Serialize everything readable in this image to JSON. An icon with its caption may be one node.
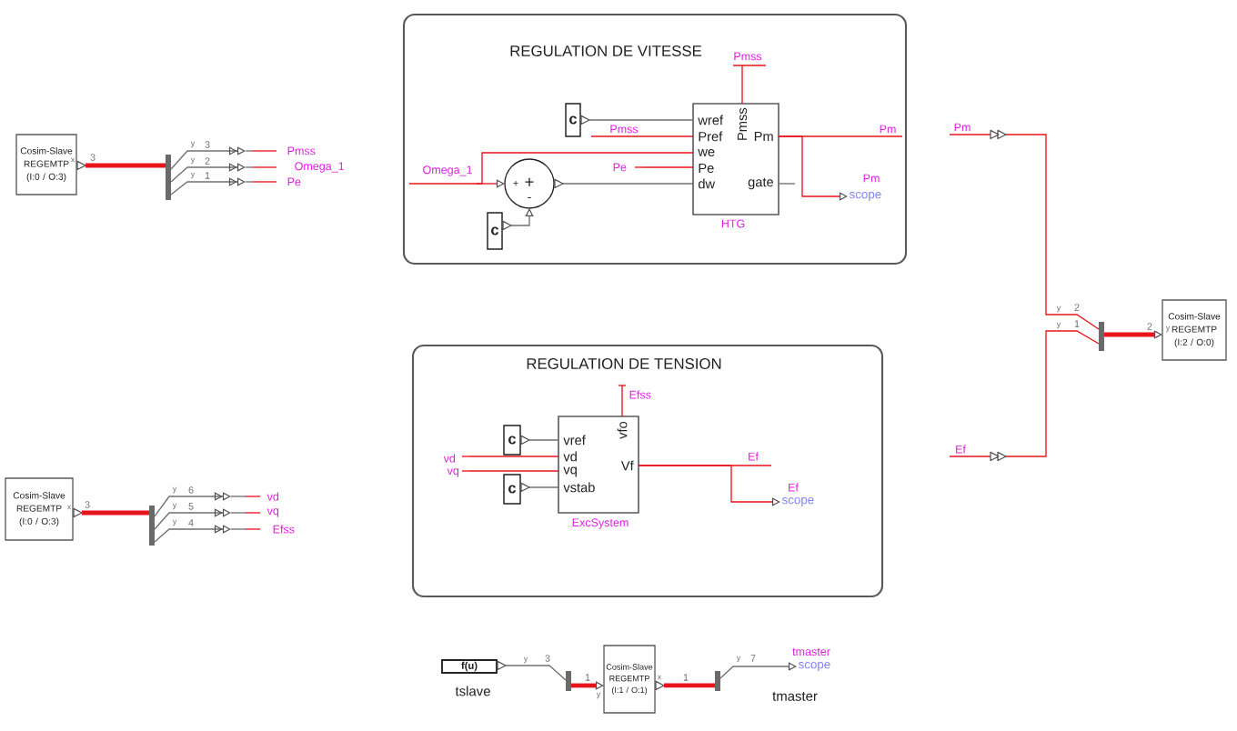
{
  "diagram": {
    "nodes": [
      {
        "text": [
          "Cosim-Slave REGEMTP (I:0 / O:3)"
        ]
      },
      {
        "text": [],
        "shape": "bar"
      },
      {
        "text": [
          "Pmss"
        ]
      },
      {
        "text": [
          "Omega_1"
        ]
      },
      {
        "text": [
          "Pe"
        ]
      },
      {
        "text": [
          "REGULATION DE VITESSE"
        ]
      },
      {
        "text": [
          "Pmss"
        ],
        "in": 5
      },
      {
        "text": [
          "c"
        ],
        "in": 5
      },
      {
        "text": [
          "Pmss"
        ],
        "in": 5
      },
      {
        "text": [
          "wref",
          "Pref",
          "we",
          "Pe",
          "dw",
          "Pmss",
          "Pm",
          "gate"
        ],
        "beside": [
          "HTG"
        ],
        "in": 5
      },
      {
        "text": [
          "Pm"
        ],
        "in": 5
      },
      {
        "text": [
          "Omega_1"
        ],
        "in": 5
      },
      {
        "text": [
          "+",
          "+",
          "-"
        ],
        "in": 5
      },
      {
        "text": [
          "Pe"
        ],
        "in": 5
      },
      {
        "text": [
          "scope"
        ],
        "beside": [
          "Pm"
        ],
        "in": 5
      },
      {
        "text": [
          "c"
        ],
        "in": 5
      },
      {
        "text": [
          "Pm"
        ]
      },
      {
        "text": [
          "Cosim-Slave REGEMTP (I:2 / O:0)"
        ]
      },
      {
        "text": [],
        "shape": "bar"
      },
      {
        "text": [
          "Ef"
        ]
      },
      {
        "text": [
          "Cosim-Slave REGEMTP (I:0 / O:3)"
        ]
      },
      {
        "text": [],
        "shape": "bar"
      },
      {
        "text": [
          "vd"
        ]
      },
      {
        "text": [
          "vq"
        ]
      },
      {
        "text": [
          "Efss"
        ]
      },
      {
        "text": [
          "REGULATION DE TENSION"
        ]
      },
      {
        "text": [
          "Efss"
        ],
        "in": 25
      },
      {
        "text": [
          "c"
        ],
        "in": 25
      },
      {
        "text": [
          "vref",
          "vd",
          "vq",
          "vstab",
          "vfo",
          "Vf"
        ],
        "beside": [
          "ExcSystem"
        ],
        "in": 25
      },
      {
        "text": [
          "Ef"
        ],
        "in": 25
      },
      {
        "text": [
          "vd"
        ],
        "in": 25
      },
      {
        "text": [
          "vq"
        ],
        "in": 25
      },
      {
        "text": [
          "c"
        ],
        "in": 25
      },
      {
        "text": [
          "scope"
        ],
        "beside": [
          "Ef"
        ],
        "in": 25
      },
      {
        "text": [
          "f(u)"
        ],
        "beside": [
          "tslave"
        ]
      },
      {
        "text": [],
        "shape": "bar"
      },
      {
        "text": [
          "Cosim-Slave REGEMTP (I:1 / O:1)"
        ]
      },
      {
        "text": [],
        "shape": "bar"
      },
      {
        "text": [
          "scope"
        ],
        "beside": [
          "tmaster"
        ]
      }
    ],
    "edges": [
      {
        "from": 0,
        "to": 1,
        "arrow": "none",
        "label": "3",
        "style": "thick"
      },
      {
        "from": 1,
        "to": 2,
        "arrow": "to",
        "label": "3",
        "color": "#707070"
      },
      {
        "from": 1,
        "to": 3,
        "arrow": "to",
        "label": "2",
        "color": "#707070"
      },
      {
        "from": 1,
        "to": 4,
        "arrow": "to",
        "label": "1",
        "color": "#707070"
      },
      {
        "from": 9,
        "to": 6,
        "arrow": "none"
      },
      {
        "from": 7,
        "to": 9,
        "arrow": "none",
        "color": "#707070"
      },
      {
        "from": 8,
        "to": 9,
        "arrow": "none"
      },
      {
        "from": 9,
        "to": 10,
        "arrow": "none"
      },
      {
        "from": 11,
        "to": 9,
        "arrow": "none"
      },
      {
        "from": 11,
        "to": 12,
        "arrow": "to"
      },
      {
        "from": 13,
        "to": 9,
        "arrow": "none"
      },
      {
        "from": 12,
        "to": 9,
        "arrow": "none",
        "color": "#707070"
      },
      {
        "from": 9,
        "to": 14,
        "arrow": "to"
      },
      {
        "from": 15,
        "to": 12,
        "arrow": "to",
        "color": "#707070"
      },
      {
        "from": 9,
        "to": null,
        "arrow": "none",
        "color": "#707070"
      },
      {
        "from": 16,
        "to": 18,
        "arrow": "none",
        "label": "2"
      },
      {
        "from": 19,
        "to": 18,
        "arrow": "none",
        "label": "1"
      },
      {
        "from": 18,
        "to": 17,
        "arrow": "to",
        "label": "2",
        "style": "thick"
      },
      {
        "from": 20,
        "to": 21,
        "arrow": "none",
        "label": "3",
        "style": "thick"
      },
      {
        "from": 21,
        "to": 22,
        "arrow": "to",
        "label": "6",
        "color": "#707070"
      },
      {
        "from": 21,
        "to": 23,
        "arrow": "to",
        "label": "5",
        "color": "#707070"
      },
      {
        "from": 21,
        "to": 24,
        "arrow": "to",
        "label": "4",
        "color": "#707070"
      },
      {
        "from": 28,
        "to": 26,
        "arrow": "none"
      },
      {
        "from": 27,
        "to": 28,
        "arrow": "none",
        "color": "#707070"
      },
      {
        "from": 28,
        "to": 29,
        "arrow": "none"
      },
      {
        "from": 30,
        "to": 28,
        "arrow": "none"
      },
      {
        "from": 31,
        "to": 28,
        "arrow": "none"
      },
      {
        "from": 32,
        "to": 28,
        "arrow": "none",
        "color": "#707070"
      },
      {
        "from": 28,
        "to": 33,
        "arrow": "to"
      },
      {
        "from": 34,
        "to": 35,
        "arrow": "none",
        "label": "3",
        "color": "#707070"
      },
      {
        "from": 35,
        "to": 36,
        "arrow": "to",
        "label": "1",
        "style": "thick"
      },
      {
        "from": 36,
        "to": 37,
        "arrow": "none",
        "label": "1",
        "style": "thick"
      },
      {
        "from": 37,
        "to": 38,
        "arrow": "to",
        "label": "7",
        "color": "#707070"
      }
    ],
    "labels": [
      "x",
      "y",
      "y",
      "y",
      "y",
      "y",
      "y",
      "x",
      "y",
      "y",
      "y",
      "y",
      "y",
      "x",
      "y",
      "tmaster"
    ]
  }
}
